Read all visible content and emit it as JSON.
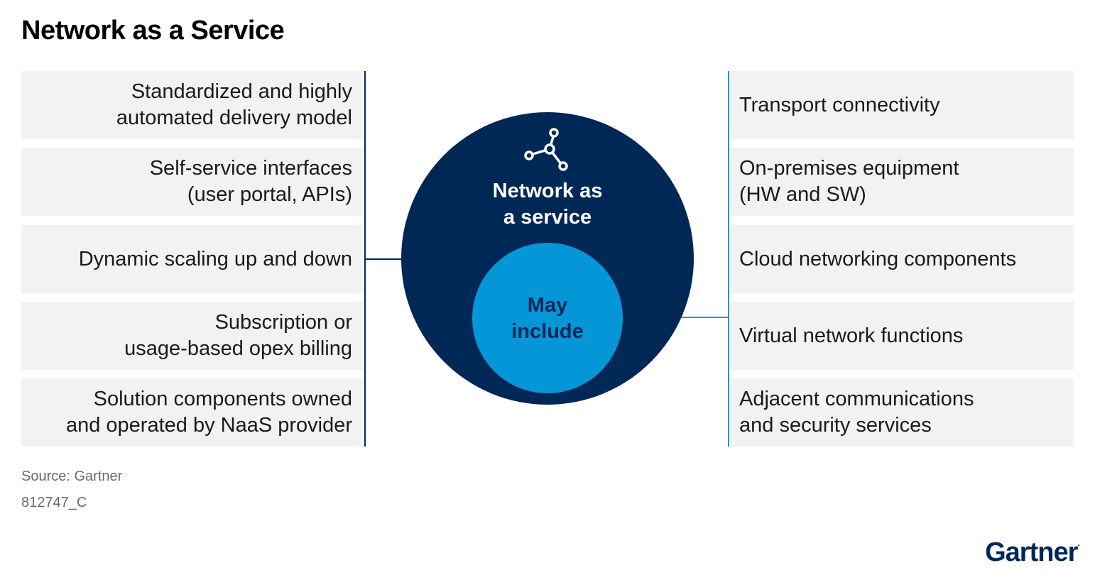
{
  "title": "Network as a Service",
  "center": {
    "outer_label": "Network as\na service",
    "inner_label": "May\ninclude",
    "icon": "network-nodes-icon"
  },
  "left_items": [
    {
      "label": "Standardized and highly\nautomated delivery model"
    },
    {
      "label": "Self-service interfaces\n(user portal, APIs)"
    },
    {
      "label": "Dynamic scaling up and down"
    },
    {
      "label": "Subscription or\nusage-based opex billing"
    },
    {
      "label": "Solution components owned\nand operated by NaaS provider"
    }
  ],
  "right_items": [
    {
      "label": "Transport connectivity"
    },
    {
      "label": "On-premises equipment\n(HW and SW)"
    },
    {
      "label": "Cloud networking components"
    },
    {
      "label": "Virtual network functions"
    },
    {
      "label": "Adjacent communications\nand security services"
    }
  ],
  "footer": {
    "source": "Source: Gartner",
    "code": "812747_C",
    "logo": "Gartner",
    "logo_mark": "."
  },
  "colors": {
    "navy": "#002856",
    "blue": "#0596d7",
    "box_bg": "#f2f2f2"
  }
}
